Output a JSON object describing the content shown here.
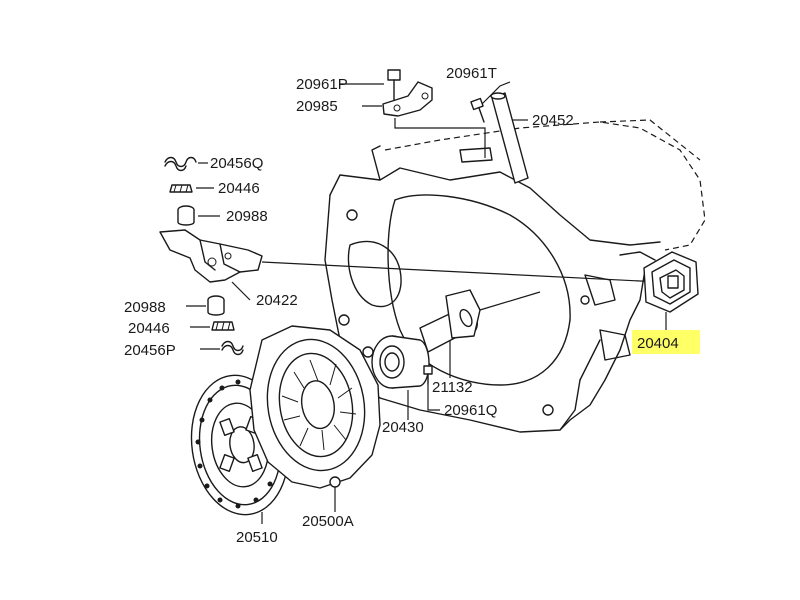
{
  "highlight_color": "#ffff66",
  "labels": {
    "p20961P": "20961P",
    "p20985": "20985",
    "p20961T": "20961T",
    "p20452": "20452",
    "p20456Q": "20456Q",
    "p20446_top": "20446",
    "p20988_top": "20988",
    "p20422": "20422",
    "p20988_low": "20988",
    "p20446_low": "20446",
    "p20456P": "20456P",
    "p20404": "20404",
    "p21132": "21132",
    "p20961Q": "20961Q",
    "p20430": "20430",
    "p20500A": "20500A",
    "p20510": "20510"
  }
}
